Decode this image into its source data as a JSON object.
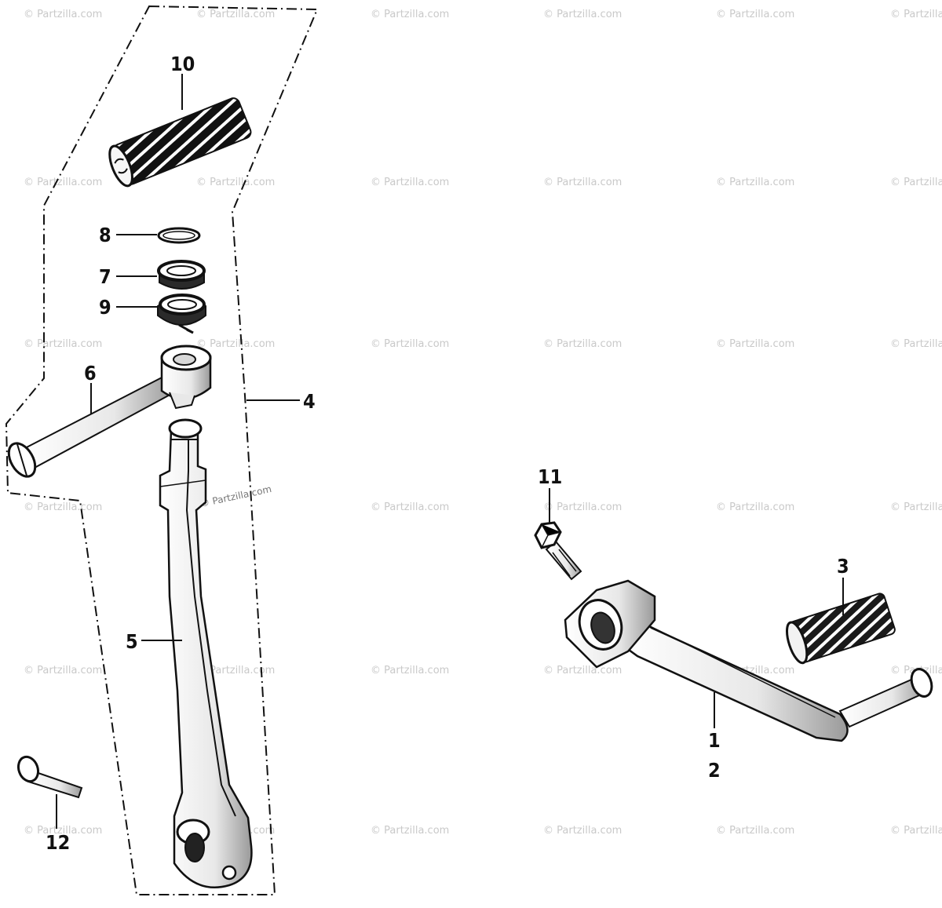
{
  "watermark_text": "© Partzilla.com",
  "callouts": {
    "p1": "1",
    "p2": "2",
    "p3": "3",
    "p4": "4",
    "p5": "5",
    "p6": "6",
    "p7": "7",
    "p8": "8",
    "p9": "9",
    "p10": "10",
    "p11": "11",
    "p12": "12"
  },
  "colors": {
    "ink": "#111111",
    "watermark": "#c9c9c9",
    "background": "#ffffff"
  }
}
